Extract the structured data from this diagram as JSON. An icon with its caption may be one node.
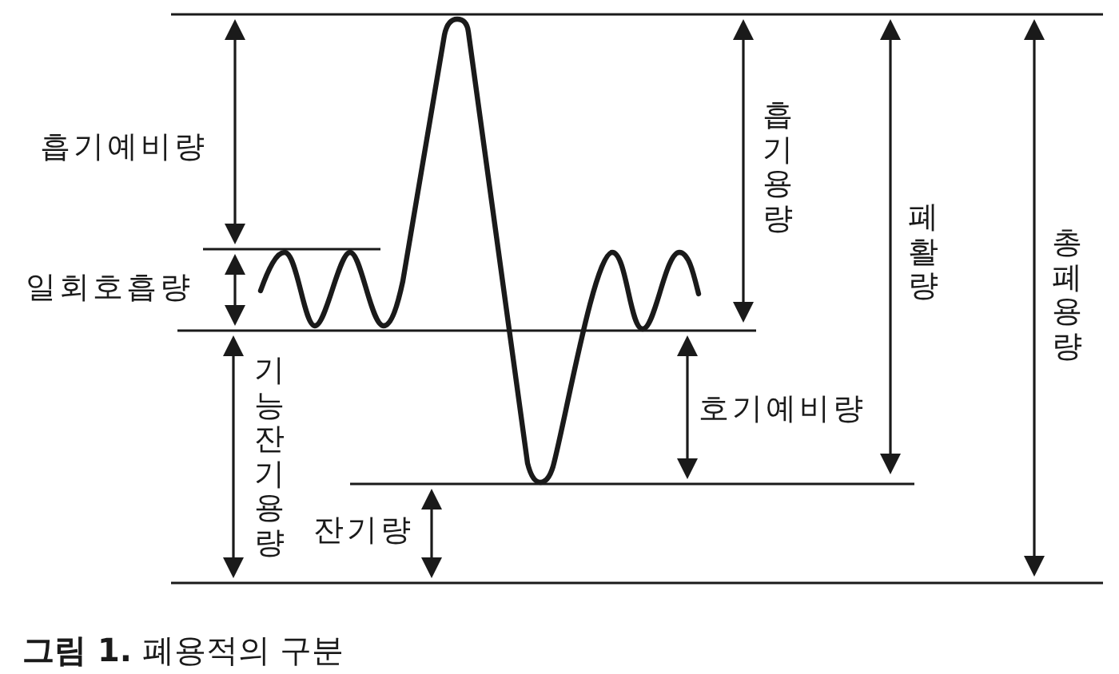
{
  "diagram": {
    "caption": "**그림 1.** 폐용적의 구분",
    "labels": [
      "흡기예비량",
      "흡기용량",
      "폐활량",
      "총폐용량",
      "일회호흡량",
      "기능잔기용량",
      "호기예비량",
      "잔기량"
    ]
  }
}
